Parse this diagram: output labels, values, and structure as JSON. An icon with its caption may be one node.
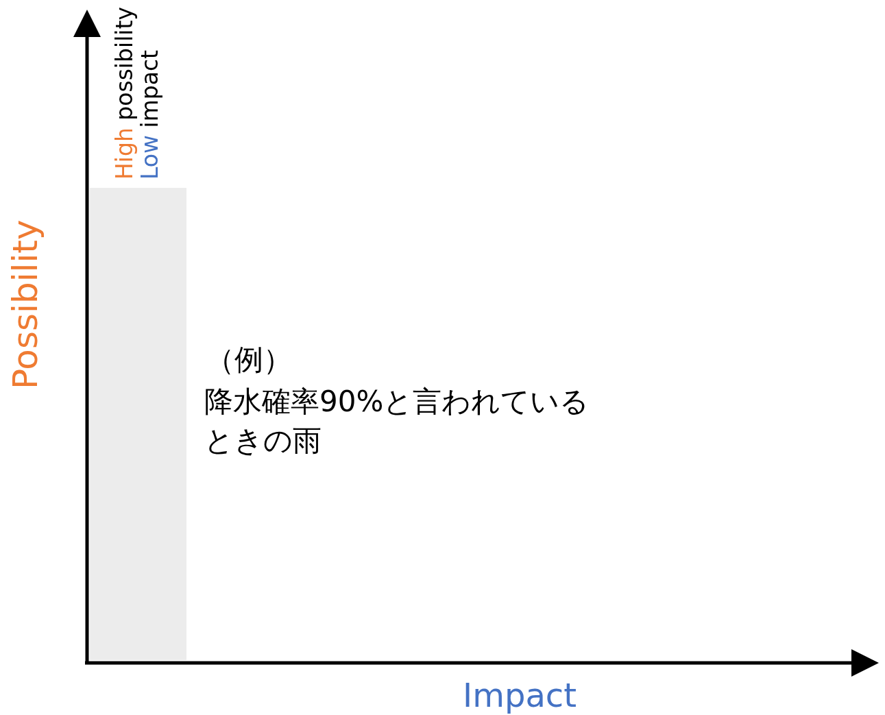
{
  "diagram": {
    "nodes": [
      {
        "text": [],
        "shape": "box"
      }
    ],
    "labels": [
      "High possibility",
      "Low impact",
      "Possibility",
      "Impact",
      "（例）",
      "降水確率90%と言われているときの雨"
    ]
  }
}
